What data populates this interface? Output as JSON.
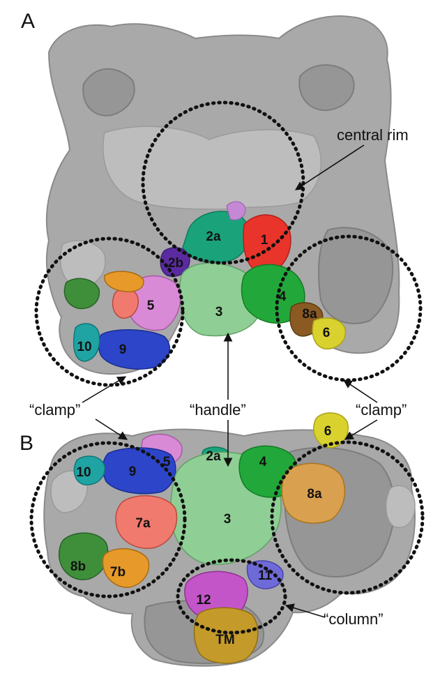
{
  "panels": {
    "a": "A",
    "b": "B"
  },
  "subunits": {
    "s1": "1",
    "s2a": "2a",
    "s2b": "2b",
    "s3": "3",
    "s4": "4",
    "s5": "5",
    "s6": "6",
    "s7a": "7a",
    "s7b": "7b",
    "s8a": "8a",
    "s8b": "8b",
    "s9": "9",
    "s10": "10",
    "s11": "11",
    "s12": "12",
    "tm": "TM"
  },
  "callouts": {
    "central_rim": "central rim",
    "clamp": "“clamp”",
    "handle": "“handle”",
    "column": "“column”"
  },
  "colors": {
    "shell": "#a9a9a9",
    "s1": "#e8342b",
    "s2a": "#1aa37a",
    "s2b": "#5a2ba0",
    "s3": "#8fcf95",
    "s4": "#22a83a",
    "s5": "#d98ad6",
    "s6": "#d9d22e",
    "s7a": "#ef7a6d",
    "s7b": "#e79a2a",
    "s8a": "#d9a04f",
    "s8b": "#3f8f3a",
    "s9": "#2d45c9",
    "s10": "#1fa3a3",
    "s11": "#6e6ad8",
    "s12": "#c455c9",
    "tm": "#c49a2a"
  }
}
